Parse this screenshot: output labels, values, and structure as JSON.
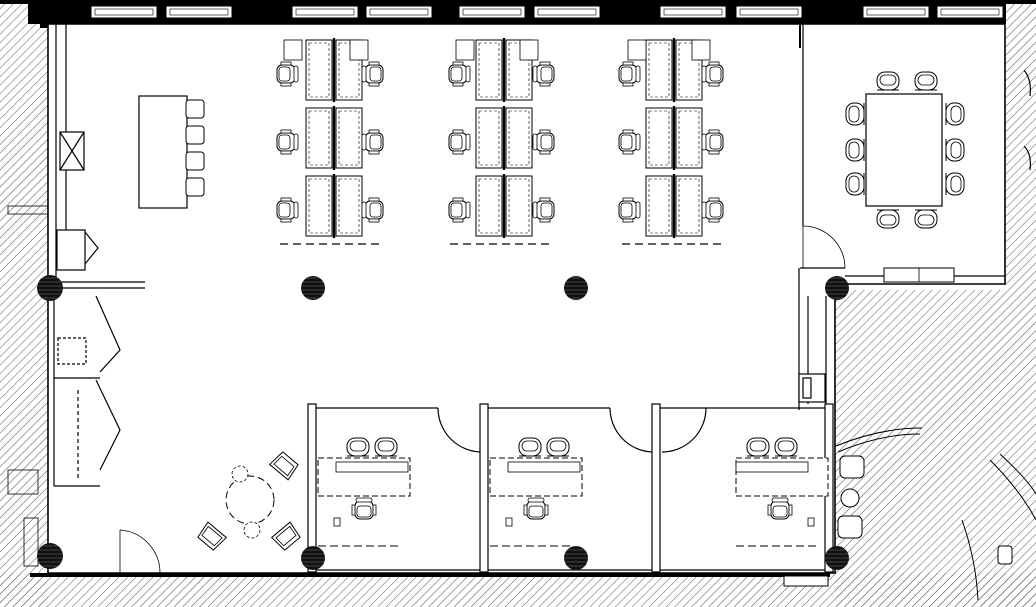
{
  "plan": {
    "kind": "office-floor-plan",
    "colors": {
      "line": "#000000",
      "fill": "#ffffff",
      "hatch": "#555555",
      "column": "#1a1a1a",
      "band": "#000000"
    },
    "workstation_clusters": 3,
    "workstation_rows": 3,
    "seats_per_row": 4,
    "columns_count": 8,
    "private_offices": 3,
    "conference_seats": 10,
    "window_count": 12
  }
}
